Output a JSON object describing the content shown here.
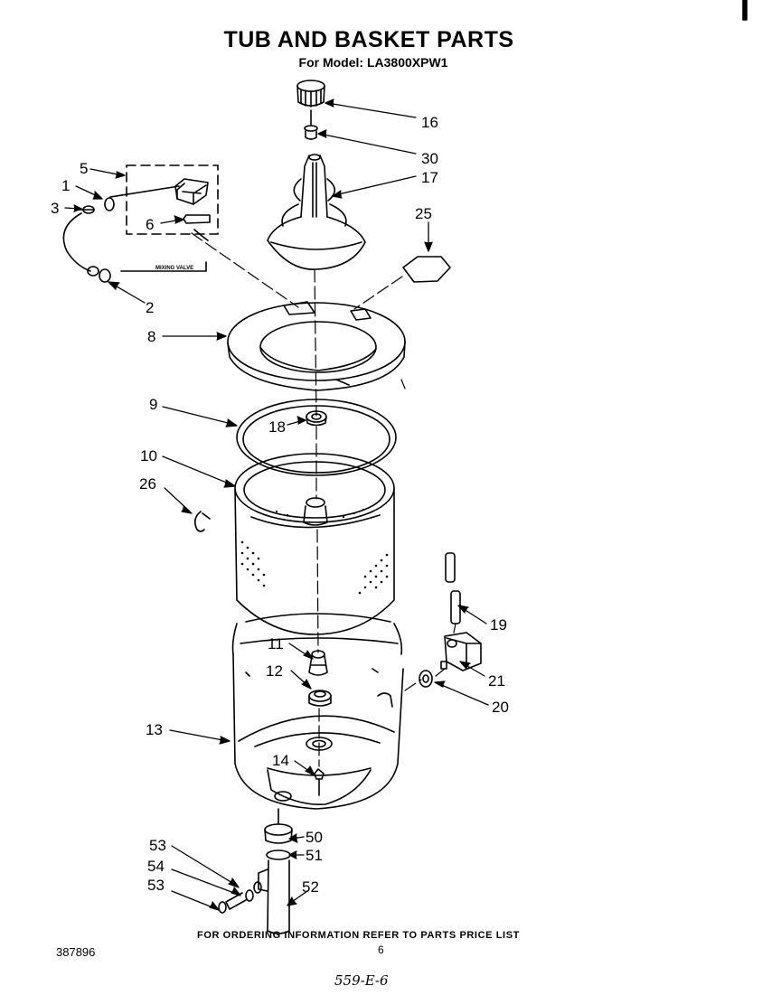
{
  "title": "TUB AND BASKET PARTS",
  "subtitle": "For Model: LA3800XPW1",
  "callouts": {
    "c1": "1",
    "c2": "2",
    "c3": "3",
    "c5": "5",
    "c6": "6",
    "c8": "8",
    "c9": "9",
    "c10": "10",
    "c11": "11",
    "c12": "12",
    "c13": "13",
    "c14": "14",
    "c16": "16",
    "c17": "17",
    "c18": "18",
    "c19": "19",
    "c20": "20",
    "c21": "21",
    "c25": "25",
    "c26": "26",
    "c30": "30",
    "c50": "50",
    "c51": "51",
    "c52": "52",
    "c53a": "53",
    "c54": "54",
    "c53b": "53"
  },
  "mixing_valve_label": "MIXING VALVE",
  "footer_note": "FOR ORDERING INFORMATION REFER TO PARTS PRICE LIST",
  "page_number": "6",
  "doc_number": "387896",
  "handwritten_code": "559-E-6"
}
